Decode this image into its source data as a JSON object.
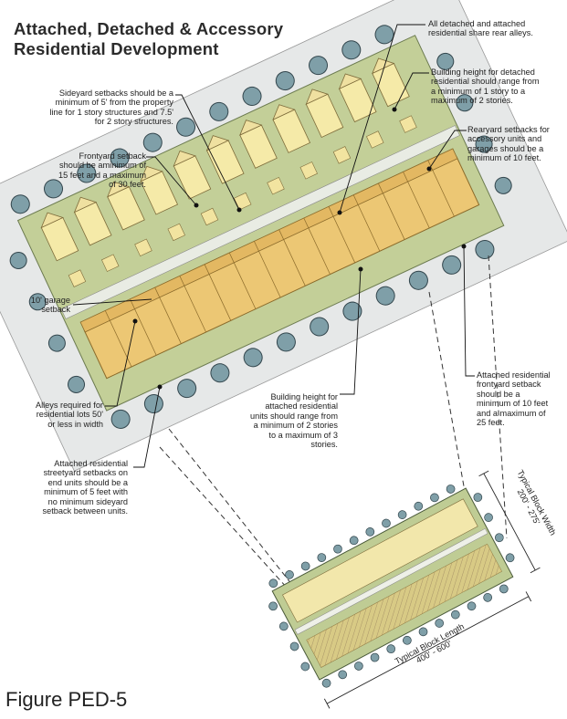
{
  "title": {
    "line1": "Attached, Detached & Accessory",
    "line2": "Residential Development"
  },
  "figure_label": "Figure PED-5",
  "annotations": {
    "rear_alleys": [
      "All detached and attached",
      "residential share rear alleys."
    ],
    "detached_height": [
      "Building height for detached",
      "residential should range from",
      "a minimum of 1 story to a",
      "maximum of 2 stories."
    ],
    "rearyard": [
      "Rearyard setbacks for",
      "accessory units and",
      "garages should be a",
      "minimum of 10 feet."
    ],
    "sideyard": [
      "Sideyard setbacks should be a",
      "minimum of 5' from the property",
      "line for 1 story structures and 7.5'",
      "for 2 story structures."
    ],
    "frontyard": [
      "Frontyard setback",
      "should be aminimum of",
      "15 feet and a maximum",
      "of 30 feet."
    ],
    "garage": [
      "10' garage",
      "setback"
    ],
    "alleys": [
      "Alleys required for",
      "residential lots 50'",
      "or less in width"
    ],
    "attached_height": [
      "Building height for",
      "attached residential",
      "units should range from",
      "a minimum of 2 stories",
      "to a maximum of 3",
      "stories."
    ],
    "attached_frontyard": [
      "Attached residential",
      "frontyard setback",
      "should be a",
      "minimum of 10 feet",
      "and a maximum of",
      "25 feet."
    ],
    "streetyard": [
      "Attached residential",
      "streetyard setbacks on",
      "end units should be a",
      "minimum of 5 feet with",
      "no minimum sideyard",
      "setback between units."
    ]
  },
  "dimensions": {
    "block_width": [
      "Typical Block Width",
      "200' - 275'"
    ],
    "block_length": [
      "Typical Block Length",
      "400' - 600'"
    ]
  },
  "colors": {
    "lawn": "#b9c98f",
    "street": "#e4e6e6",
    "tree": "#7f9fa8",
    "house_pale": "#f3e7a4",
    "house_gold": "#eac46e"
  }
}
